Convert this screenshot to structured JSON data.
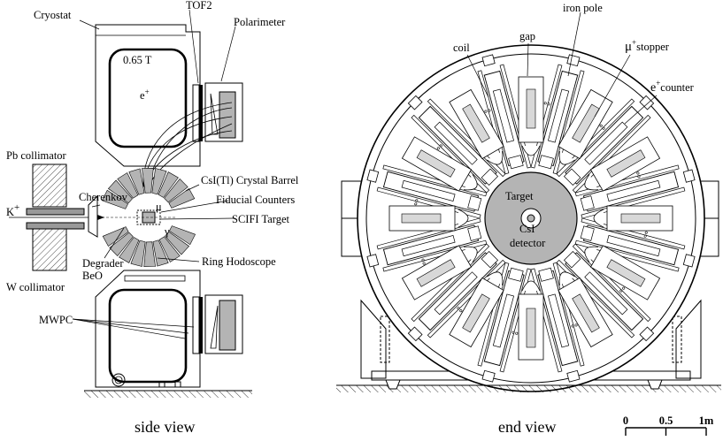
{
  "side_view": {
    "caption": "side view",
    "labels": {
      "cryostat": "Cryostat",
      "tof2": "TOF2",
      "polarimeter": "Polarimeter",
      "field": "0.65 T",
      "positron": "e",
      "positron_sup": "+",
      "pb_collimator": "Pb collimator",
      "cherenkov": "Cherenkov",
      "csi_barrel": "CsI(Tl) Crystal Barrel",
      "fiducial": "Fiducial Counters",
      "scifi": "SCIFI Target",
      "kaon": "K",
      "kaon_sup": "+",
      "muon_small": "μ",
      "gamma": "γ",
      "ring_hodoscope": "Ring Hodoscope",
      "degrader": "Degrader",
      "beo": "BeO",
      "w_collimator": "W collimator",
      "mwpc": "MWPC"
    }
  },
  "end_view": {
    "caption": "end view",
    "labels": {
      "coil": "coil",
      "gap": "gap",
      "iron_pole": "iron pole",
      "mu_stopper_mu": "μ",
      "mu_stopper_sup": "+",
      "mu_stopper_word": "stopper",
      "e_counter_e": "e",
      "e_counter_sup": "+",
      "e_counter_word": "counter",
      "target": "Target",
      "csi": "CsI",
      "detector": "detector"
    }
  },
  "scale_bar": {
    "ticks": [
      "0",
      "0.5",
      "1m"
    ],
    "values": [
      0,
      0.5,
      1
    ]
  },
  "colors": {
    "ink": "#000000",
    "gray_fill": "#b4b4b4",
    "light_gray": "#d8d8d8",
    "background": "#ffffff"
  }
}
